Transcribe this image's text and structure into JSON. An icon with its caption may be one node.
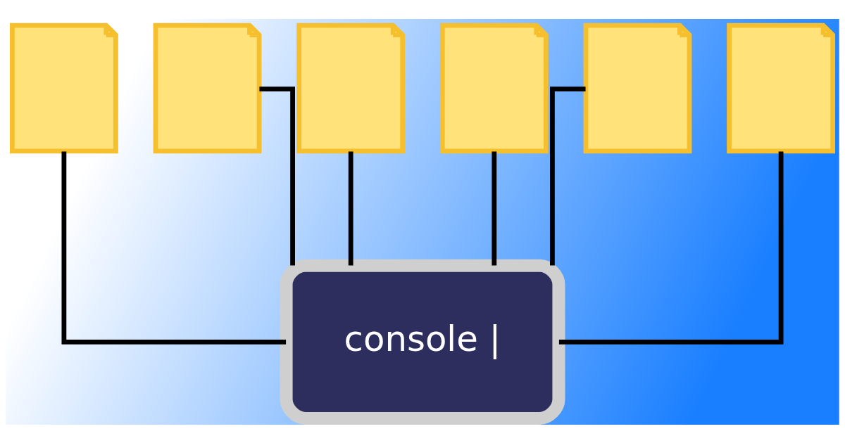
{
  "diagram": {
    "nodes": [
      {
        "text": [],
        "shape": "document"
      },
      {
        "text": [],
        "shape": "document"
      },
      {
        "text": [],
        "shape": "document"
      },
      {
        "text": [],
        "shape": "document"
      },
      {
        "text": [],
        "shape": "document"
      },
      {
        "text": [],
        "shape": "document"
      },
      {
        "text": [
          "console |"
        ]
      }
    ],
    "edges": [
      {
        "from": 0,
        "to": 6,
        "arrow": "none"
      },
      {
        "from": 1,
        "to": 6,
        "arrow": "none"
      },
      {
        "from": 2,
        "to": 6,
        "arrow": "none"
      },
      {
        "from": 3,
        "to": 6,
        "arrow": "none"
      },
      {
        "from": 4,
        "to": 6,
        "arrow": "none"
      },
      {
        "from": 5,
        "to": 6,
        "arrow": "none"
      }
    ]
  }
}
